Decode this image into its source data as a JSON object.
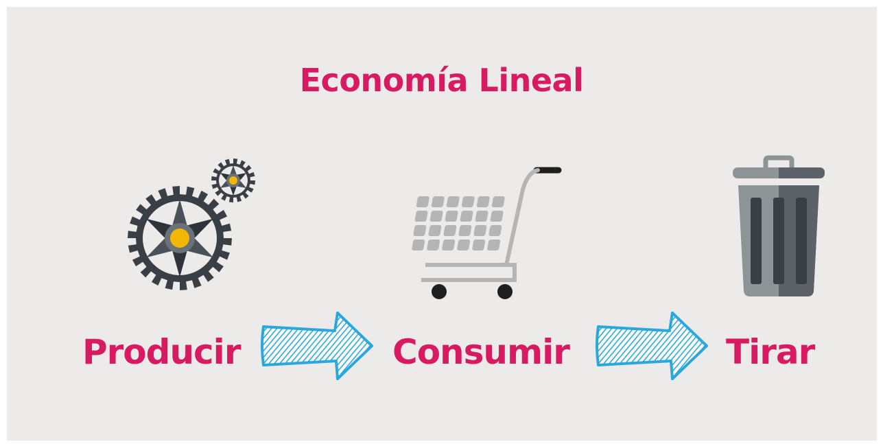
{
  "title": "Economía Lineal",
  "steps": [
    {
      "label": "Producir",
      "icon": "gears-icon"
    },
    {
      "label": "Consumir",
      "icon": "shopping-cart-icon"
    },
    {
      "label": "Tirar",
      "icon": "trash-can-icon"
    }
  ],
  "connectors": [
    "arrow-right-icon",
    "arrow-right-icon"
  ],
  "colors": {
    "background": "#ecebe9",
    "text": "#d81b60",
    "arrow": "#2aa7dc",
    "gear": "#3a3f46",
    "gear_center": "#f2b705",
    "cart": "#b5b5b5",
    "trash": "#5d6268"
  }
}
